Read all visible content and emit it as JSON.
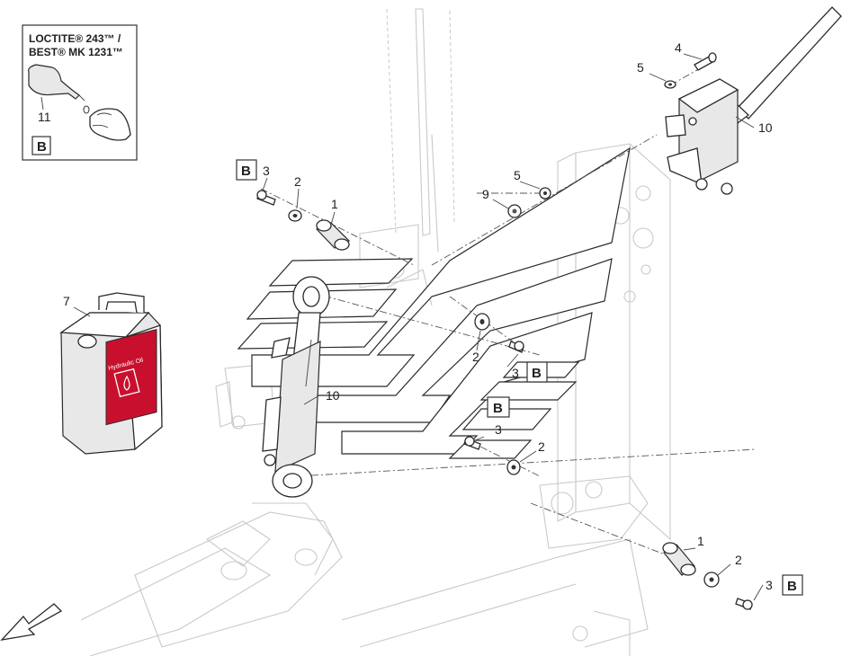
{
  "inset": {
    "title_line1": "LOCTITE® 243™ /",
    "title_line2": "BEST® MK 1231™",
    "callout": "11",
    "tag": "B"
  },
  "jerrycan": {
    "callout": "7",
    "label": "Hydraulic Oil"
  },
  "callouts": [
    {
      "id": "tag-b-top-left",
      "text": "B"
    },
    {
      "id": "c3-top",
      "text": "3"
    },
    {
      "id": "c2-top",
      "text": "2"
    },
    {
      "id": "c1-top",
      "text": "1"
    },
    {
      "id": "c4",
      "text": "4"
    },
    {
      "id": "c5-valve",
      "text": "5"
    },
    {
      "id": "c10-valve",
      "text": "10"
    },
    {
      "id": "c5-plate",
      "text": "5"
    },
    {
      "id": "c9",
      "text": "9"
    },
    {
      "id": "c2-mid",
      "text": "2"
    },
    {
      "id": "c3-mid",
      "text": "3"
    },
    {
      "id": "tag-b-mid",
      "text": "B"
    },
    {
      "id": "c10-cyl",
      "text": "10"
    },
    {
      "id": "tag-b-low",
      "text": "B"
    },
    {
      "id": "c3-low",
      "text": "3"
    },
    {
      "id": "c2-low",
      "text": "2"
    },
    {
      "id": "c1-bottom",
      "text": "1"
    },
    {
      "id": "c2-bottom",
      "text": "2"
    },
    {
      "id": "c3-bottom",
      "text": "3"
    },
    {
      "id": "tag-b-bottom",
      "text": "B"
    }
  ],
  "colors": {
    "decal_red": "#c8102e",
    "outline": "#2a2a2a",
    "ghost": "#c9c9c9"
  }
}
